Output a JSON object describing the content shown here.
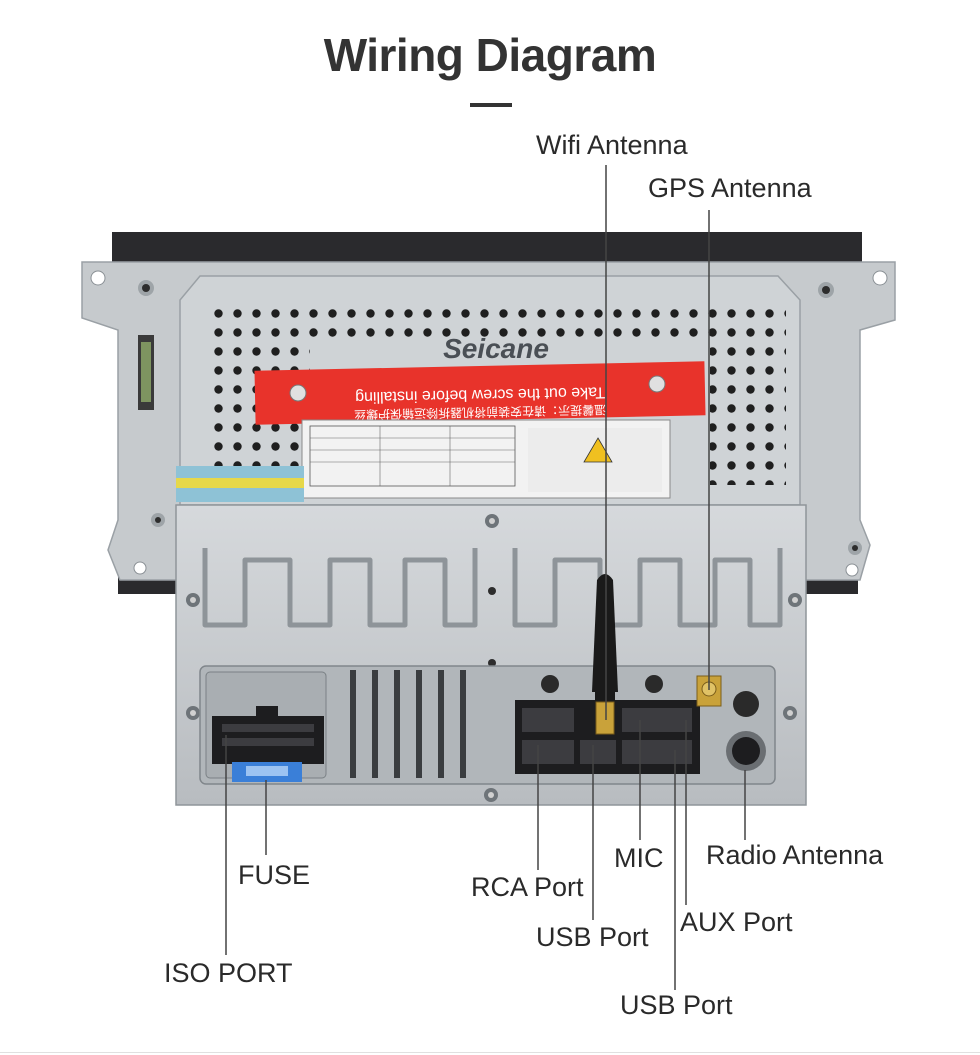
{
  "title": "Wiring Diagram",
  "brand": "Seicane",
  "sticker": {
    "text": "Take out the screw before installing",
    "text_cn": "温馨提示：请在安装前将机器拆除运输保护螺丝"
  },
  "callouts": {
    "wifi_antenna": "Wifi Antenna",
    "gps_antenna": "GPS Antenna",
    "fuse": "FUSE",
    "iso_port": "ISO PORT",
    "rca_port": "RCA Port",
    "usb_port_1": "USB Port",
    "mic": "MIC",
    "aux_port": "AUX Port",
    "usb_port_2": "USB Port",
    "radio_antenna": "Radio Antenna"
  },
  "colors": {
    "sticker_red": "#e8332b",
    "fuse_blue": "#3a7fd8",
    "antenna_gold": "#c9a23a",
    "chassis_silver": "#c4c8cc"
  }
}
